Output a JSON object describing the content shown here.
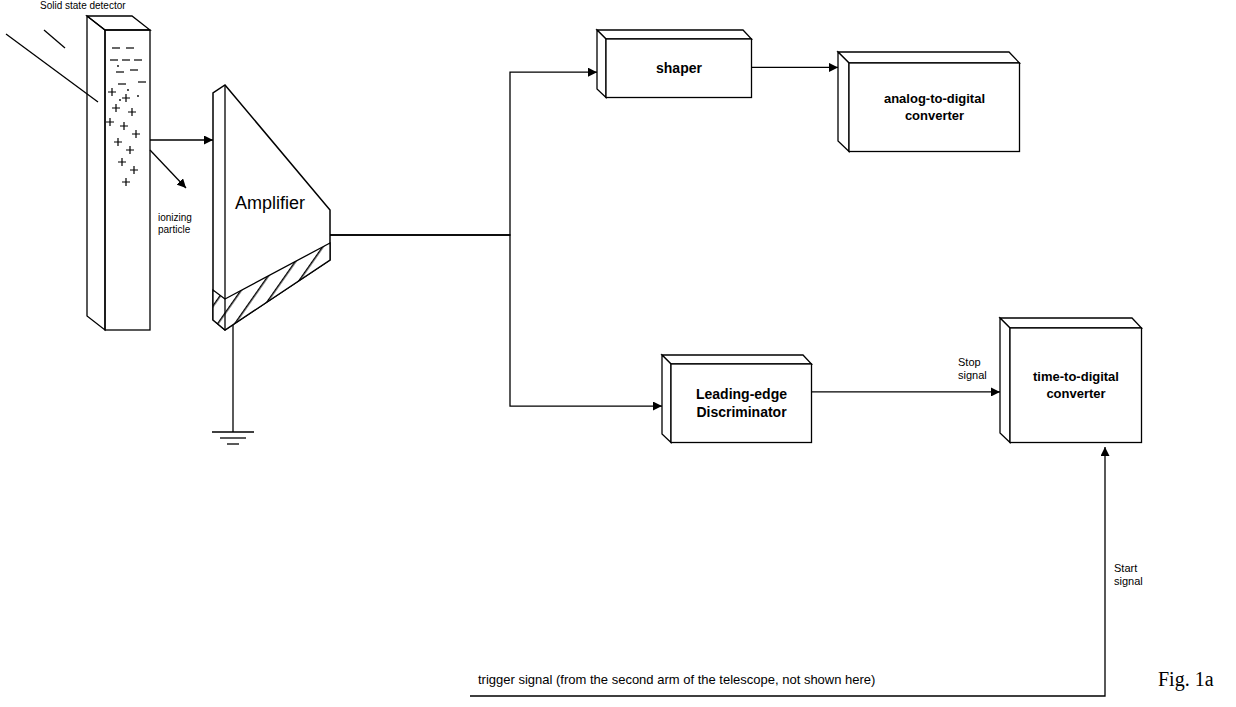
{
  "diagram": {
    "caption": "Fig. 1a",
    "nodes": [
      {
        "text": [
          "Solid state detector"
        ]
      },
      {
        "text": [
          "Amplifier"
        ]
      },
      {
        "text": [
          "shaper"
        ]
      },
      {
        "text": [
          "analog-to-digital converter"
        ]
      },
      {
        "text": [
          "Leading-edge Discriminator"
        ]
      },
      {
        "text": [
          "time-to-digital converter"
        ]
      }
    ],
    "edges": [
      {
        "from": 0,
        "to": 1,
        "arrow": "to"
      },
      {
        "from": 1,
        "to": 2,
        "arrow": "to"
      },
      {
        "from": 1,
        "to": 4,
        "arrow": "to"
      },
      {
        "from": 2,
        "to": 3,
        "arrow": "to"
      },
      {
        "from": 4,
        "to": 5,
        "label": "Stop signal",
        "arrow": "to"
      }
    ],
    "labels": [
      "ionizing particle",
      "Start signal",
      "trigger signal (from the second arm of the telescope, not shown here)"
    ]
  }
}
